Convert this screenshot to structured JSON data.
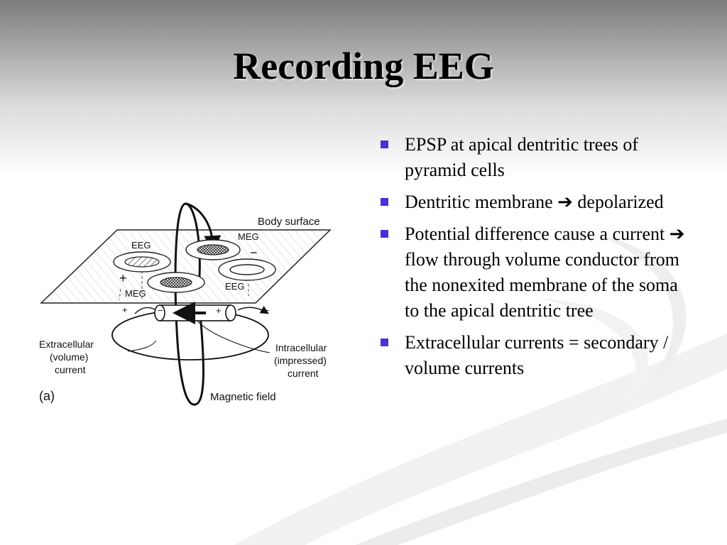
{
  "slide": {
    "title": "Recording EEG"
  },
  "bullets": [
    {
      "text": "EPSP at apical dentritic trees of pyramid cells"
    },
    {
      "text": "Dentritic membrane ➔ depolarized"
    },
    {
      "text": "Potential difference cause a current ➔ flow through volume conductor from the nonexited membrane of the soma to the apical dentritic tree"
    },
    {
      "text": "Extracellular currents = secondary / volume currents"
    }
  ],
  "figure": {
    "body_surface": "Body surface",
    "meg_top": "MEG",
    "eeg_left": "EEG",
    "eeg_right": "EEG",
    "meg_bottom": "MEG",
    "extracellular": [
      "Extracellular",
      "(volume)",
      "current"
    ],
    "intracellular": [
      "Intracellular",
      "(impressed)",
      "current"
    ],
    "magnetic_field": "Magnetic field",
    "panel_label": "(a)",
    "plus": "+",
    "minus": "−"
  },
  "colors": {
    "bullet": "#4a30d8",
    "title": "#000000"
  }
}
